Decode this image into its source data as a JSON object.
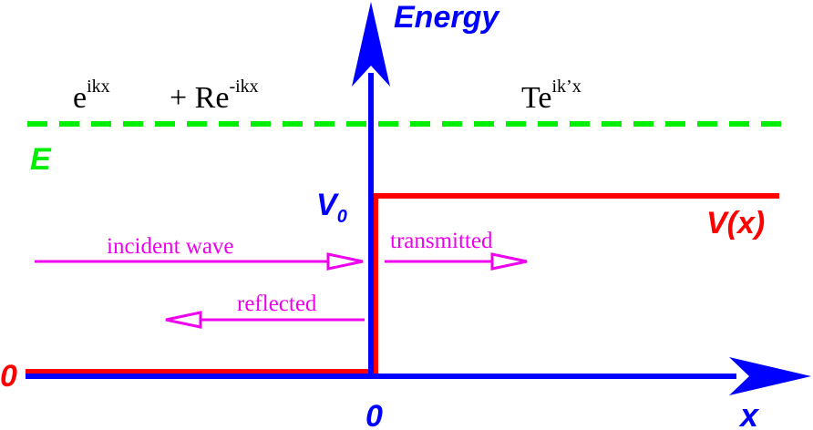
{
  "axes": {
    "y_label": "Energy",
    "x_label": "x",
    "origin_x_label": "0",
    "origin_y_label": "0"
  },
  "potential": {
    "label": "V(x)",
    "height_label_main": "V",
    "height_label_sub": "0"
  },
  "energy_level": {
    "label": "E"
  },
  "wavefunctions": {
    "left_incident_base": "e",
    "left_incident_exp": "ikx",
    "left_reflected_prefix": "+ Re",
    "left_reflected_exp": "-ikx",
    "right_transmitted_base": "Te",
    "right_transmitted_exp": "ik’x"
  },
  "waves": {
    "incident": "incident wave",
    "transmitted": "transmitted",
    "reflected": "reflected"
  },
  "colors": {
    "axis": "#0000ff",
    "potential": "#ff0000",
    "energy": "#00ee00",
    "waves": "#ee00ee",
    "text": "#000000"
  }
}
